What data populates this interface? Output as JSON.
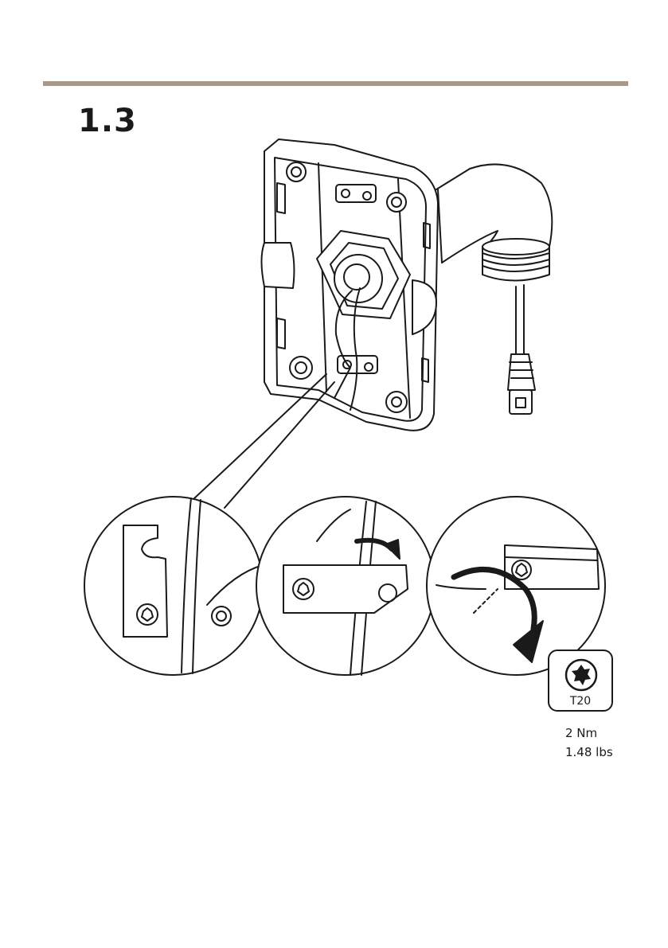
{
  "page": {
    "step_number": "1.3",
    "accent_color": "#a89888"
  },
  "tool": {
    "icon": "torx-icon",
    "label": "T20"
  },
  "torque": {
    "metric": "2 Nm",
    "imperial": "1.48 lbs"
  }
}
